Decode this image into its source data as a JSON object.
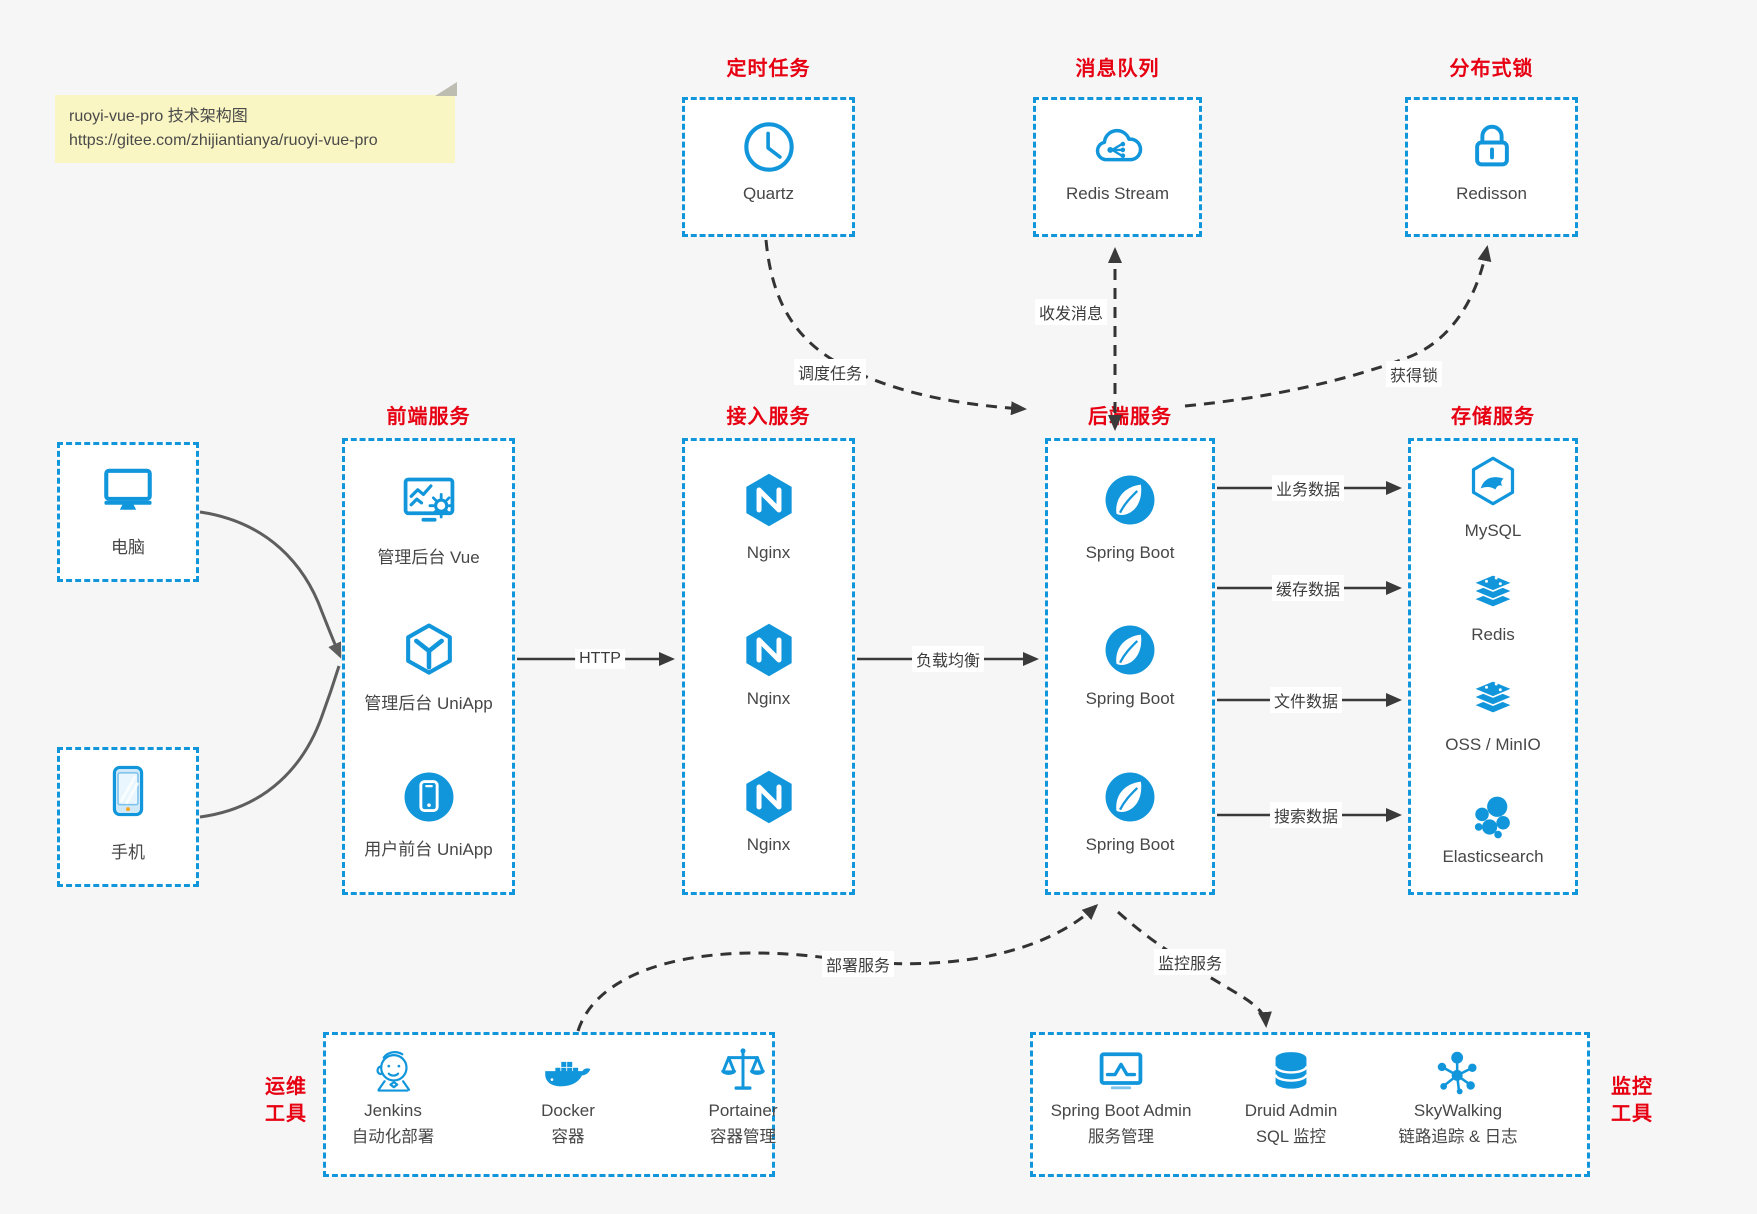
{
  "note": {
    "line1": "ruoyi-vue-pro 技术架构图",
    "line2": "https://gitee.com/zhijiantianya/ruoyi-vue-pro"
  },
  "top_groups": [
    {
      "title": "定时任务",
      "item": {
        "label": "Quartz",
        "icon": "clock-icon"
      }
    },
    {
      "title": "消息队列",
      "item": {
        "label": "Redis Stream",
        "icon": "cloud-stream-icon"
      }
    },
    {
      "title": "分布式锁",
      "item": {
        "label": "Redisson",
        "icon": "lock-icon"
      }
    }
  ],
  "clients": [
    {
      "label": "电脑",
      "icon": "desktop-icon"
    },
    {
      "label": "手机",
      "icon": "smartphone-icon"
    }
  ],
  "columns": [
    {
      "title": "前端服务",
      "items": [
        {
          "label": "管理后台 Vue",
          "icon": "admin-vue-icon"
        },
        {
          "label": "管理后台 UniApp",
          "icon": "uniapp-cube-icon"
        },
        {
          "label": "用户前台 UniApp",
          "icon": "user-uniapp-icon"
        }
      ]
    },
    {
      "title": "接入服务",
      "items": [
        {
          "label": "Nginx",
          "icon": "nginx-icon"
        },
        {
          "label": "Nginx",
          "icon": "nginx-icon"
        },
        {
          "label": "Nginx",
          "icon": "nginx-icon"
        }
      ]
    },
    {
      "title": "后端服务",
      "items": [
        {
          "label": "Spring Boot",
          "icon": "spring-boot-icon"
        },
        {
          "label": "Spring Boot",
          "icon": "spring-boot-icon"
        },
        {
          "label": "Spring Boot",
          "icon": "spring-boot-icon"
        }
      ]
    },
    {
      "title": "存储服务",
      "items": [
        {
          "label": "MySQL",
          "icon": "mysql-icon"
        },
        {
          "label": "Redis",
          "icon": "redis-stack-icon"
        },
        {
          "label": "OSS / MinIO",
          "icon": "storage-stack-icon"
        },
        {
          "label": "Elasticsearch",
          "icon": "elasticsearch-icon"
        }
      ]
    }
  ],
  "bottom_groups": [
    {
      "title_top": "运维",
      "title_bottom": "工具",
      "items": [
        {
          "label": "Jenkins",
          "sub": "自动化部署",
          "icon": "jenkins-icon"
        },
        {
          "label": "Docker",
          "sub": "容器",
          "icon": "docker-icon"
        },
        {
          "label": "Portainer",
          "sub": "容器管理",
          "icon": "portainer-icon"
        }
      ]
    },
    {
      "title_top": "监控",
      "title_bottom": "工具",
      "items": [
        {
          "label": "Spring Boot Admin",
          "sub": "服务管理",
          "icon": "spring-boot-admin-icon"
        },
        {
          "label": "Druid Admin",
          "sub": "SQL 监控",
          "icon": "druid-icon"
        },
        {
          "label": "SkyWalking",
          "sub": "链路追踪 & 日志",
          "icon": "skywalking-icon"
        }
      ]
    }
  ],
  "edges": {
    "http": "HTTP",
    "load_balance": "负载均衡",
    "schedule": "调度任务",
    "send_receive": "收发消息",
    "acquire_lock": "获得锁",
    "business_data": "业务数据",
    "cache_data": "缓存数据",
    "file_data": "文件数据",
    "search_data": "搜索数据",
    "deploy": "部署服务",
    "monitor": "监控服务"
  },
  "colors": {
    "accent_blue": "#1296db",
    "title_red": "#e60012",
    "arrow_dark": "#3a3a3a",
    "note_bg": "#faf6c3"
  }
}
